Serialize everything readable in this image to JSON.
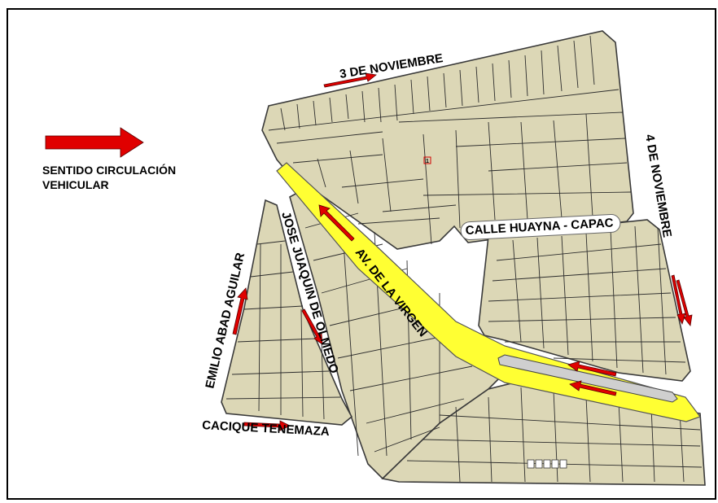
{
  "legend": {
    "label_line1": "SENTIDO CIRCULACIÓN",
    "label_line2": "VEHICULAR",
    "arrow_color": "#e00000"
  },
  "streets": {
    "tres_noviembre": "3 DE NOVIEMBRE",
    "cuatro_noviembre": "4 DE NOVIEMBRE",
    "huayna_capac": "CALLE HUAYNA - CAPAC",
    "av_virgen": "AV. DE LA VIRGEN",
    "joaquin_olmedo": "JOSE JUAQUIN DE OLMEDO",
    "abad_aguilar": "EMILIO ABAD AGUILAR",
    "tenemaza": "CACIQUE TENEMAZA"
  },
  "marker": {
    "label": "1"
  },
  "colors": {
    "block_fill": "#dcd7b6",
    "avenue_fill": "#ffff33",
    "arrow_red": "#e00000",
    "border": "#000000"
  },
  "icons": {
    "direction_arrow": "arrow-right-icon"
  }
}
